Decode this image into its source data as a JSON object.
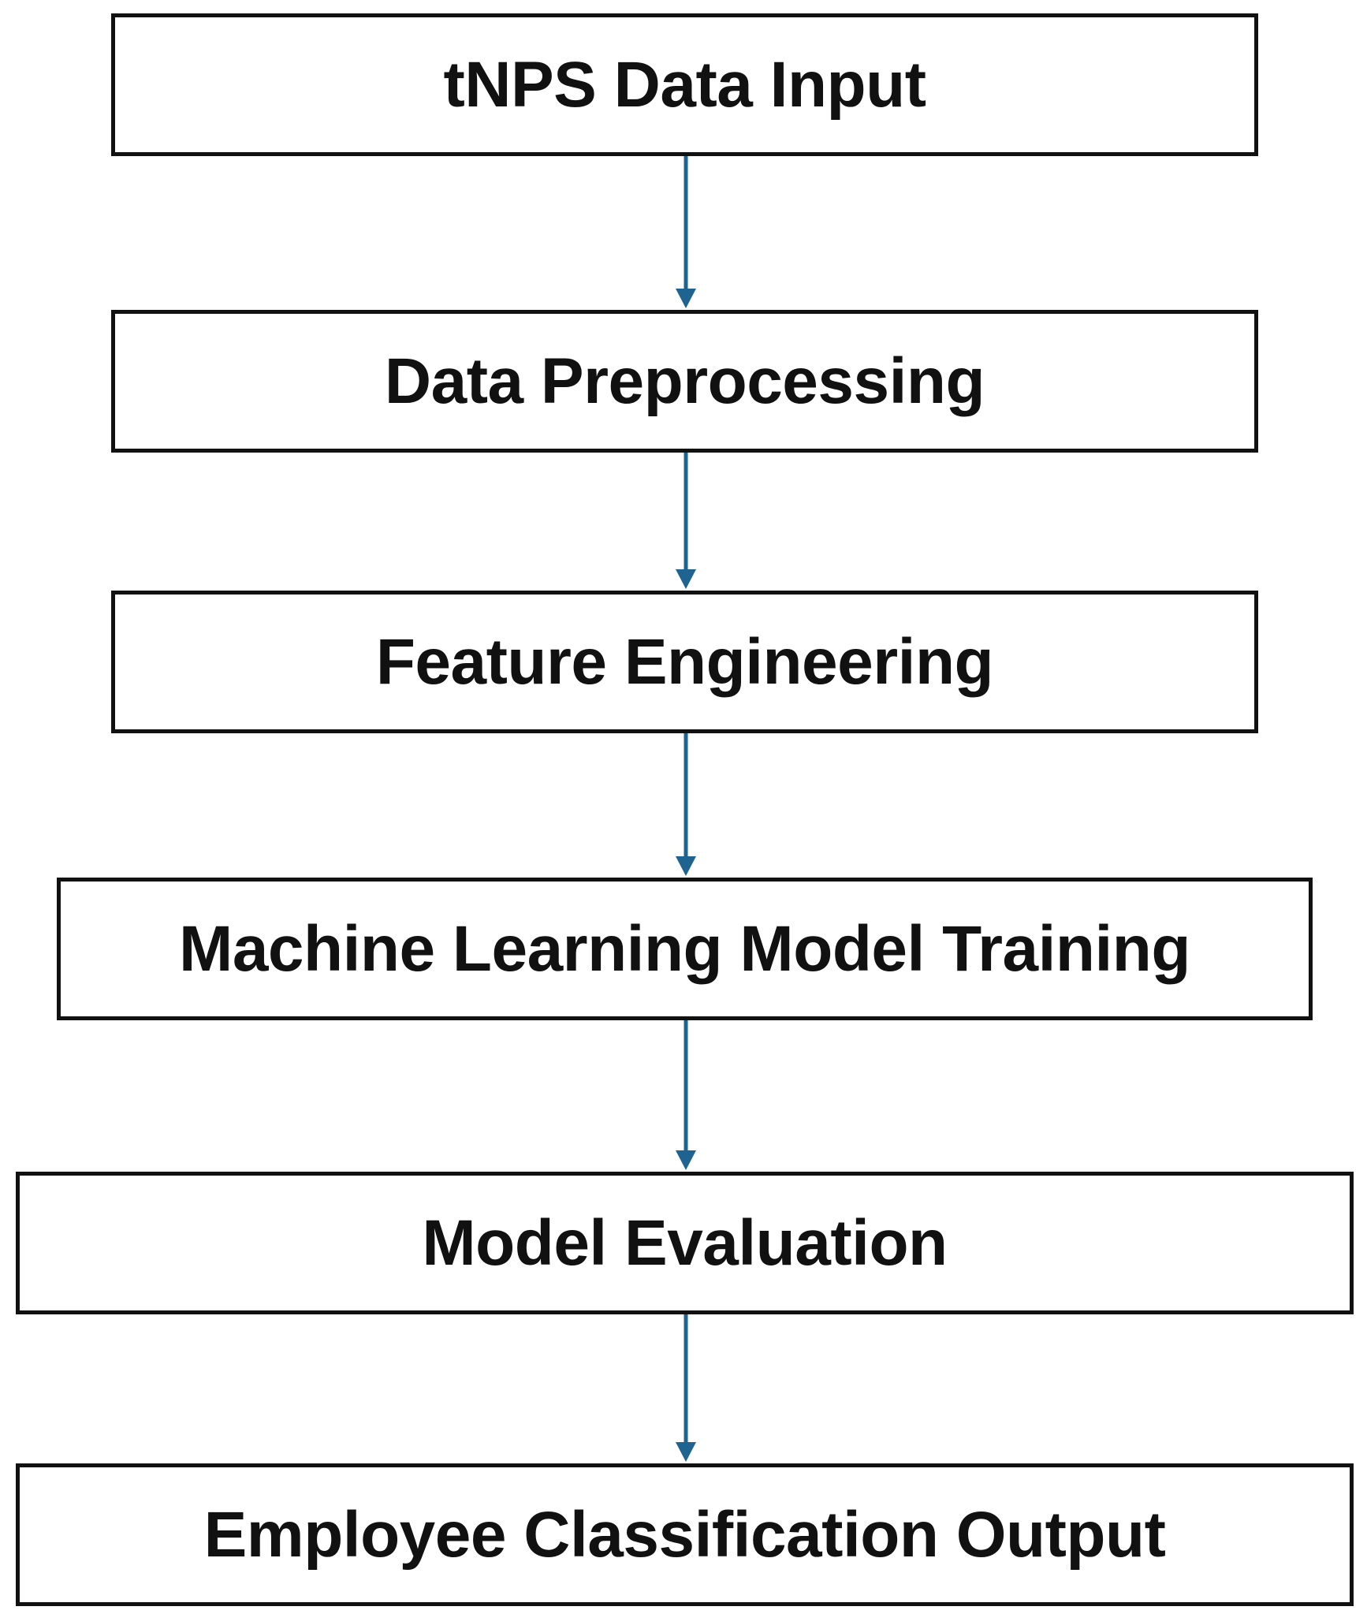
{
  "diagram": {
    "type": "vertical-flowchart",
    "arrow_color": "#1f6391",
    "border_color": "#111111",
    "steps": [
      {
        "label": "tNPS Data Input"
      },
      {
        "label": "Data Preprocessing"
      },
      {
        "label": "Feature Engineering"
      },
      {
        "label": "Machine Learning Model Training"
      },
      {
        "label": "Model Evaluation"
      },
      {
        "label": "Employee Classification Output"
      }
    ]
  }
}
